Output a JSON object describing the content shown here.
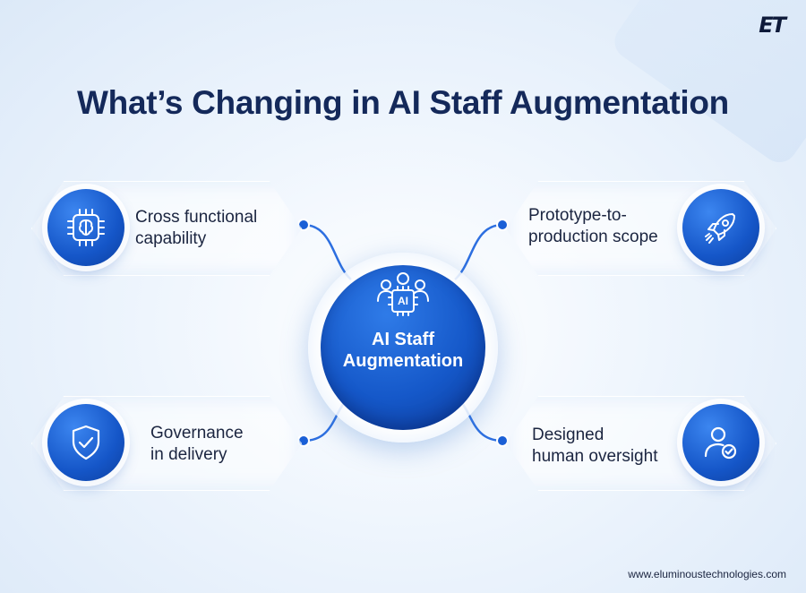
{
  "brand": {
    "logo_text": "ET",
    "website": "www.eluminoustechnologies.com"
  },
  "title": "What’s Changing in AI Staff Augmentation",
  "center": {
    "badge": "AI",
    "label": "AI Staff\nAugmentation",
    "icon": "ai-team-icon"
  },
  "items": [
    {
      "label": "Cross functional\ncapability",
      "icon": "brain-chip-icon",
      "position": "top-left"
    },
    {
      "label": "Prototype-to-\nproduction scope",
      "icon": "rocket-icon",
      "position": "top-right"
    },
    {
      "label": "Governance\nin delivery",
      "icon": "shield-check-icon",
      "position": "bottom-left"
    },
    {
      "label": "Designed\nhuman oversight",
      "icon": "user-check-icon",
      "position": "bottom-right"
    }
  ],
  "colors": {
    "primary": "#1558c9",
    "title": "#14295a",
    "connector": "#2d6fe0"
  }
}
